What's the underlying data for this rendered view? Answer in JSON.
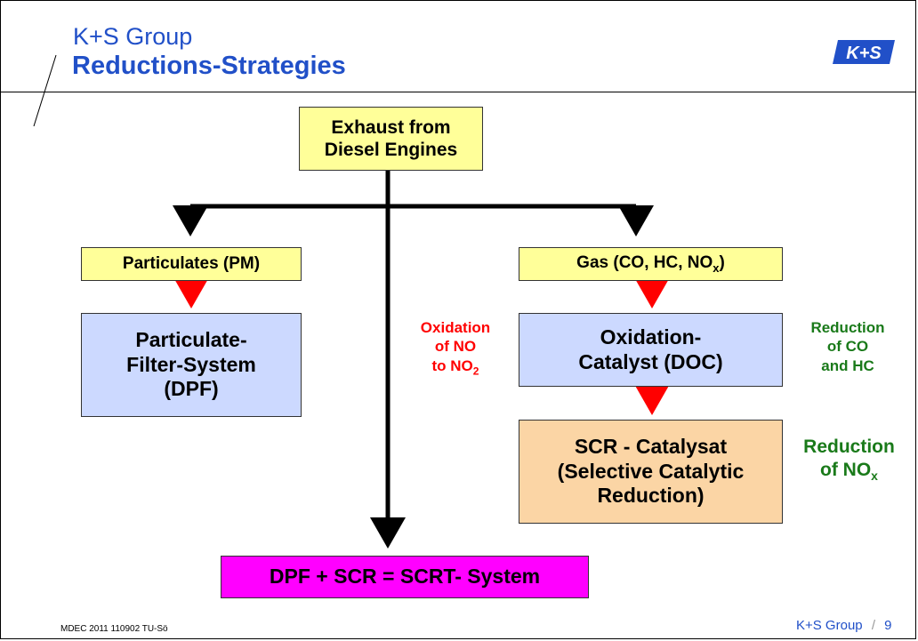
{
  "header": {
    "company": "K+S Group",
    "title": "Reductions-Strategies",
    "logo_text": "K+S"
  },
  "nodes": {
    "exhaust": {
      "line1": "Exhaust from",
      "line2": "Diesel Engines"
    },
    "particulates": "Particulates (PM)",
    "gas": {
      "prefix": "Gas (CO, HC, NO",
      "sub": "x",
      "suffix": ")"
    },
    "dpf": {
      "line1": "Particulate-",
      "line2": "Filter-System",
      "line3": "(DPF)"
    },
    "doc": {
      "line1": "Oxidation-",
      "line2": "Catalyst (DOC)"
    },
    "scr": {
      "line1": "SCR - Catalysat",
      "line2": "(Selective Catalytic",
      "line3": "Reduction)"
    },
    "scrt": "DPF + SCR = SCRT- System"
  },
  "annotations": {
    "oxidation": {
      "line1": "Oxidation",
      "line2": "of NO",
      "line3_prefix": "to NO",
      "line3_sub": "2"
    },
    "reduction_co_hc": {
      "line1": "Reduction",
      "line2": "of CO",
      "line3": "and HC"
    },
    "reduction_nox": {
      "line1": "Reduction",
      "line2_prefix": "of NO",
      "line2_sub": "x"
    }
  },
  "footer": {
    "left": "MDEC 2011 110902  TU-Sö",
    "company": "K+S Group",
    "page": "9"
  },
  "colors": {
    "brand_blue": "#2150c8",
    "box_yellow": "#ffff99",
    "box_blue": "#ccd9ff",
    "box_orange": "#fbd5a5",
    "box_magenta": "#ff00ff",
    "arrow_red": "#ff0000",
    "text_green": "#1a7a1a"
  }
}
